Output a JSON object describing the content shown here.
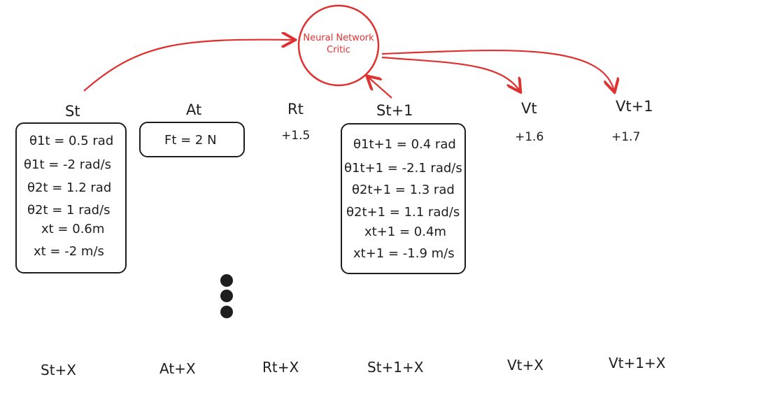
{
  "critic": {
    "line1": "Neural Network",
    "line2": "Critic",
    "color": "#e03131"
  },
  "columns": {
    "st": "St",
    "at": "At",
    "rt": "Rt",
    "st1": "St+1",
    "vt": "Vt",
    "vt1": "Vt+1"
  },
  "state_t": {
    "theta1": "θ1t = 0.5 rad",
    "theta1_dot": "θ1t = -2 rad/s",
    "theta2": "θ2t = 1.2 rad",
    "theta2_dot": "θ2t = 1 rad/s",
    "x": "xt = 0.6m",
    "x_dot": "xt = -2 m/s"
  },
  "action_t": "Ft = 2 N",
  "reward_t": "+1.5",
  "state_t1": {
    "theta1": "θ1t+1 = 0.4 rad",
    "theta1_dot": "θ1t+1 = -2.1 rad/s",
    "theta2": "θ2t+1 = 1.3 rad",
    "theta2_dot": "θ2t+1 = 1.1 rad/s",
    "x": "xt+1 = 0.4m",
    "x_dot": "xt+1 = -1.9 m/s"
  },
  "value_t": "+1.6",
  "value_t1": "+1.7",
  "bottom_row": {
    "st": "St+X",
    "at": "At+X",
    "rt": "Rt+X",
    "st1": "St+1+X",
    "vt": "Vt+X",
    "vt1": "Vt+1+X"
  }
}
